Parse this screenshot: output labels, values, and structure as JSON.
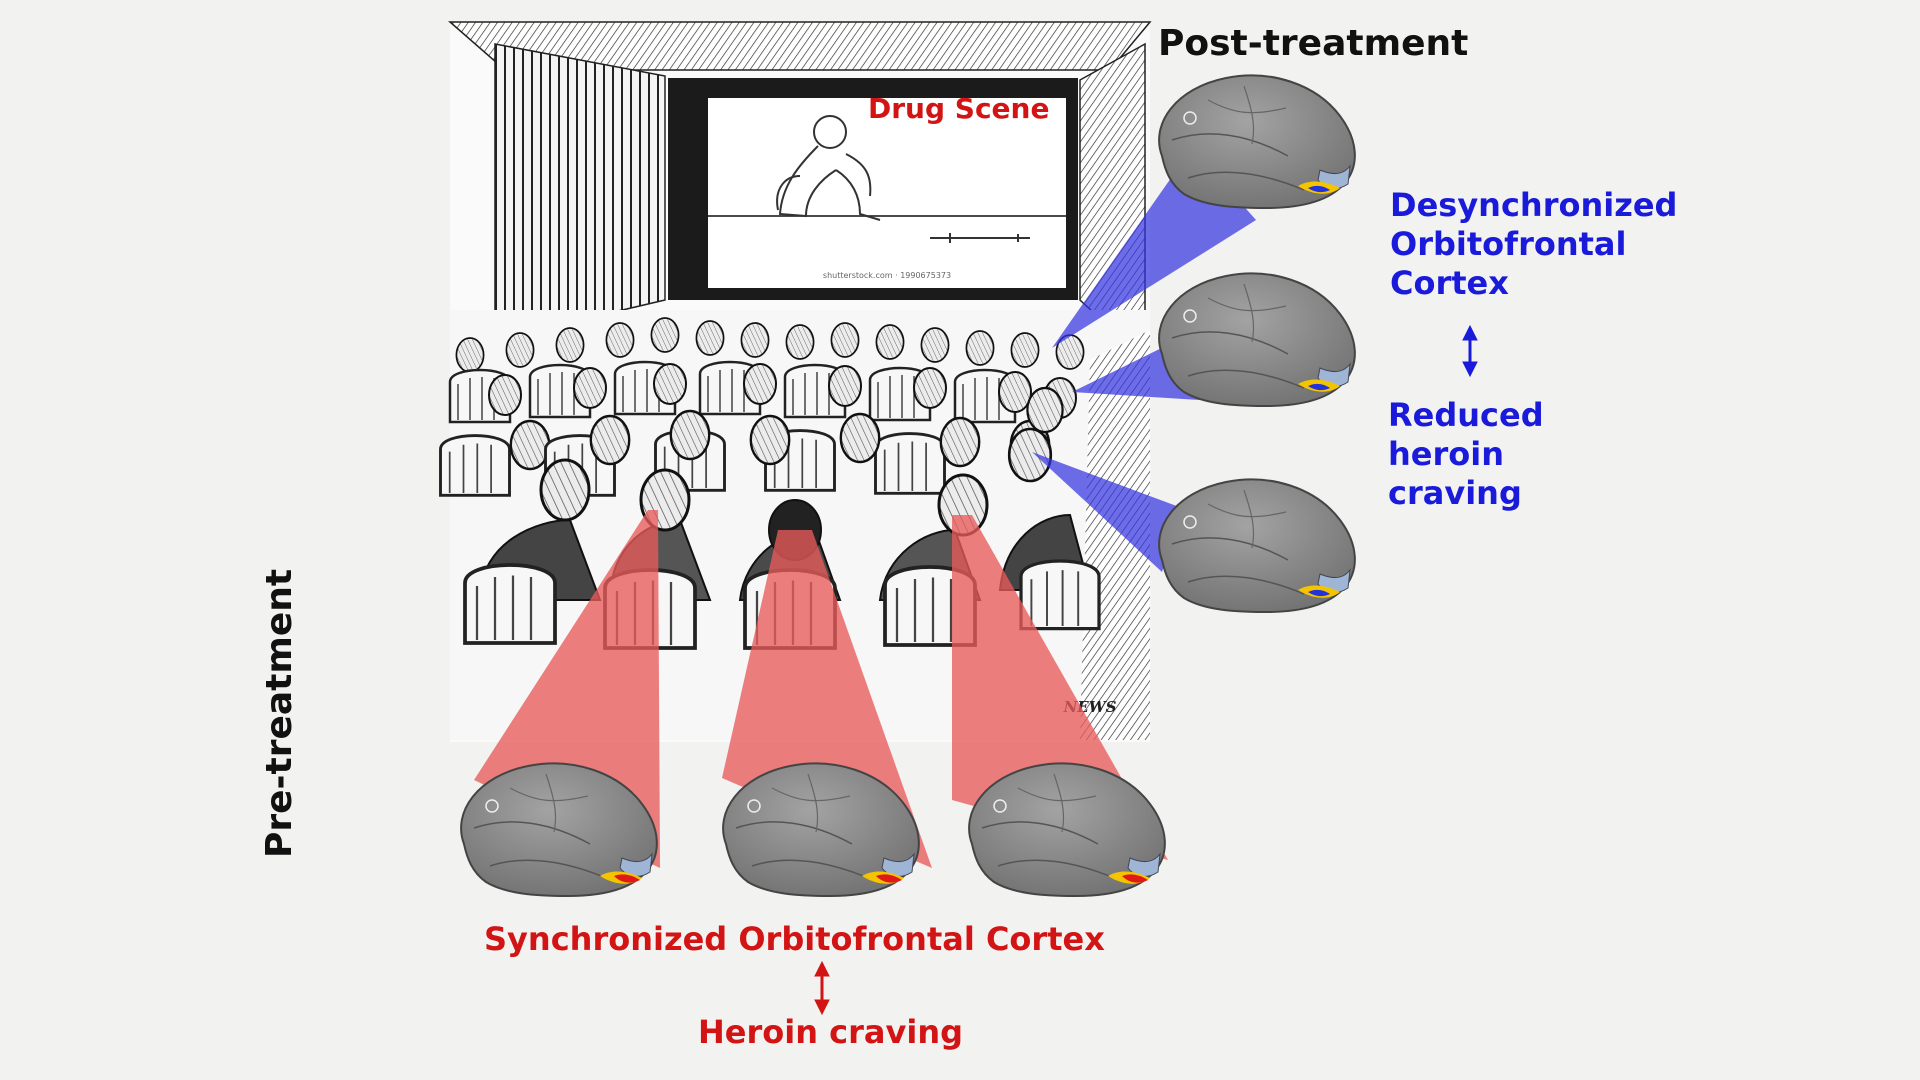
{
  "labels": {
    "post_treatment": "Post-treatment",
    "pre_treatment": "Pre-treatment",
    "drug_scene": "Drug Scene",
    "desync": [
      "Desynchronized",
      "Orbitofrontal",
      "Cortex"
    ],
    "reduced": [
      "Reduced",
      "heroin",
      "craving"
    ],
    "sync": "Synchronized Orbitofrontal Cortex",
    "craving": "Heroin craving"
  },
  "colors": {
    "pre_treatment_accent": "#d21414",
    "post_treatment_accent": "#1a1adb",
    "pre_beam": "#e85b5b",
    "post_beam": "#3434e0",
    "brain": "#8a8a8a",
    "orbitofrontal_activation": "#f5c400"
  },
  "artist_signature": "NEWS",
  "screen_credit": "shutterstock.com · 1990675373"
}
